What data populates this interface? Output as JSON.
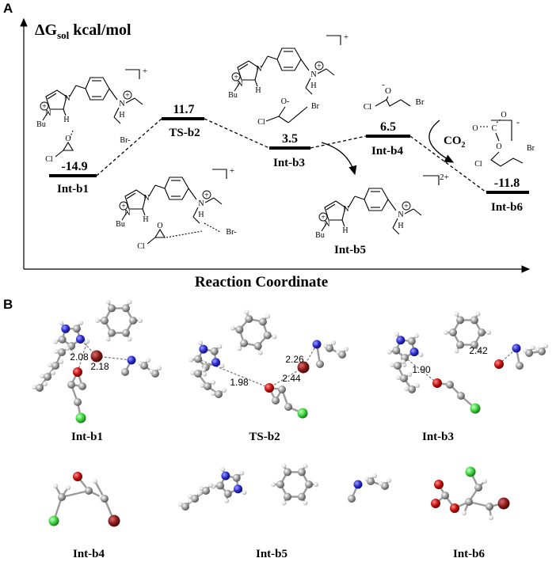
{
  "panel_a": {
    "panel_label": "A",
    "y_axis_label": "ΔG",
    "y_axis_subscript": "sol",
    "y_axis_unit": " kcal/mol",
    "x_axis_label": "Reaction Coordinate",
    "states": [
      {
        "name": "Int-b1",
        "energy": "-14.9"
      },
      {
        "name": "TS-b2",
        "energy": "11.7"
      },
      {
        "name": "Int-b3",
        "energy": "3.5"
      },
      {
        "name": "Int-b4",
        "energy": "6.5"
      },
      {
        "name": "Int-b5",
        "energy": ""
      },
      {
        "name": "Int-b6",
        "energy": "-11.8"
      }
    ],
    "reagent_label": "CO",
    "reagent_subscript": "2",
    "charges": {
      "plus": "+",
      "two_plus": "2+",
      "minus": "-"
    },
    "atoms": {
      "bu": "Bu",
      "h": "H",
      "n": "N",
      "o": "O",
      "br": "Br",
      "cl": "Cl",
      "c": "C"
    }
  },
  "panel_b": {
    "panel_label": "B",
    "structures": [
      {
        "name": "Int-b1",
        "distances": [
          "2.08",
          "2.18"
        ]
      },
      {
        "name": "TS-b2",
        "distances": [
          "2.26",
          "1.98",
          "2.44"
        ]
      },
      {
        "name": "Int-b3",
        "distances": [
          "2.42",
          "1.90"
        ]
      },
      {
        "name": "Int-b4",
        "distances": []
      },
      {
        "name": "Int-b5",
        "distances": []
      },
      {
        "name": "Int-b6",
        "distances": []
      }
    ]
  },
  "colors": {
    "carbon": "#8c8c8c",
    "hydrogen": "#e6e6e6",
    "nitrogen": "#2b2bd1",
    "oxygen": "#c40f0f",
    "bromine": "#8b1a1a",
    "chlorine": "#3cd23c"
  }
}
